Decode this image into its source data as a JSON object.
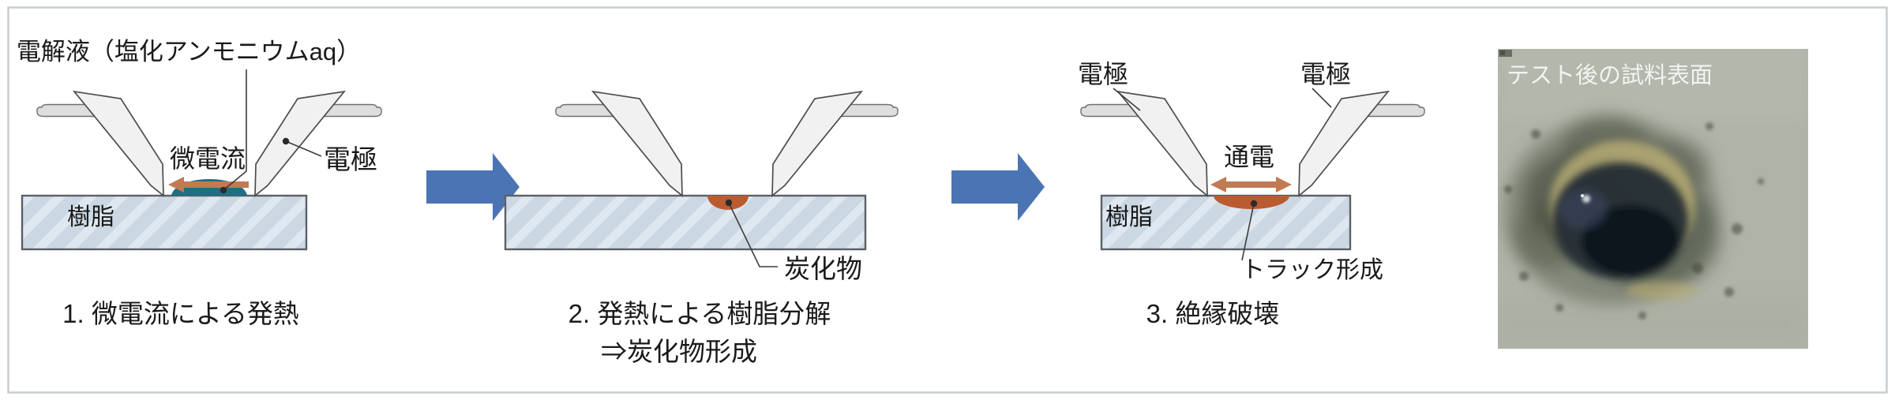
{
  "diagram": {
    "panel1": {
      "electrolyte_label": "電解液（塩化アンモニウムaq）",
      "micro_current_label": "微電流",
      "electrode_label": "電極",
      "resin_label": "樹脂",
      "caption": "1. 微電流による発熱"
    },
    "panel2": {
      "carbide_label": "炭化物",
      "caption_line1": "2. 発熱による樹脂分解",
      "caption_line2": "⇒炭化物形成"
    },
    "panel3": {
      "electrode_left_label": "電極",
      "electrode_right_label": "電極",
      "conduction_label": "通電",
      "track_label": "トラック形成",
      "resin_label": "樹脂",
      "caption": "3. 絶縁破壊"
    },
    "photo": {
      "title": "テスト後の試料表面"
    },
    "colors": {
      "process_arrow": "#4B74B4",
      "current_arrow": "#C17A52",
      "electrolyte_droplet": "#206E84",
      "carbide": "#BB5B31",
      "resin_base": "#CBD8E3",
      "resin_stripe": "#DFE8F0",
      "electrode_fill": "#F1F1F1",
      "leader_line": "#3C3C3C"
    }
  }
}
